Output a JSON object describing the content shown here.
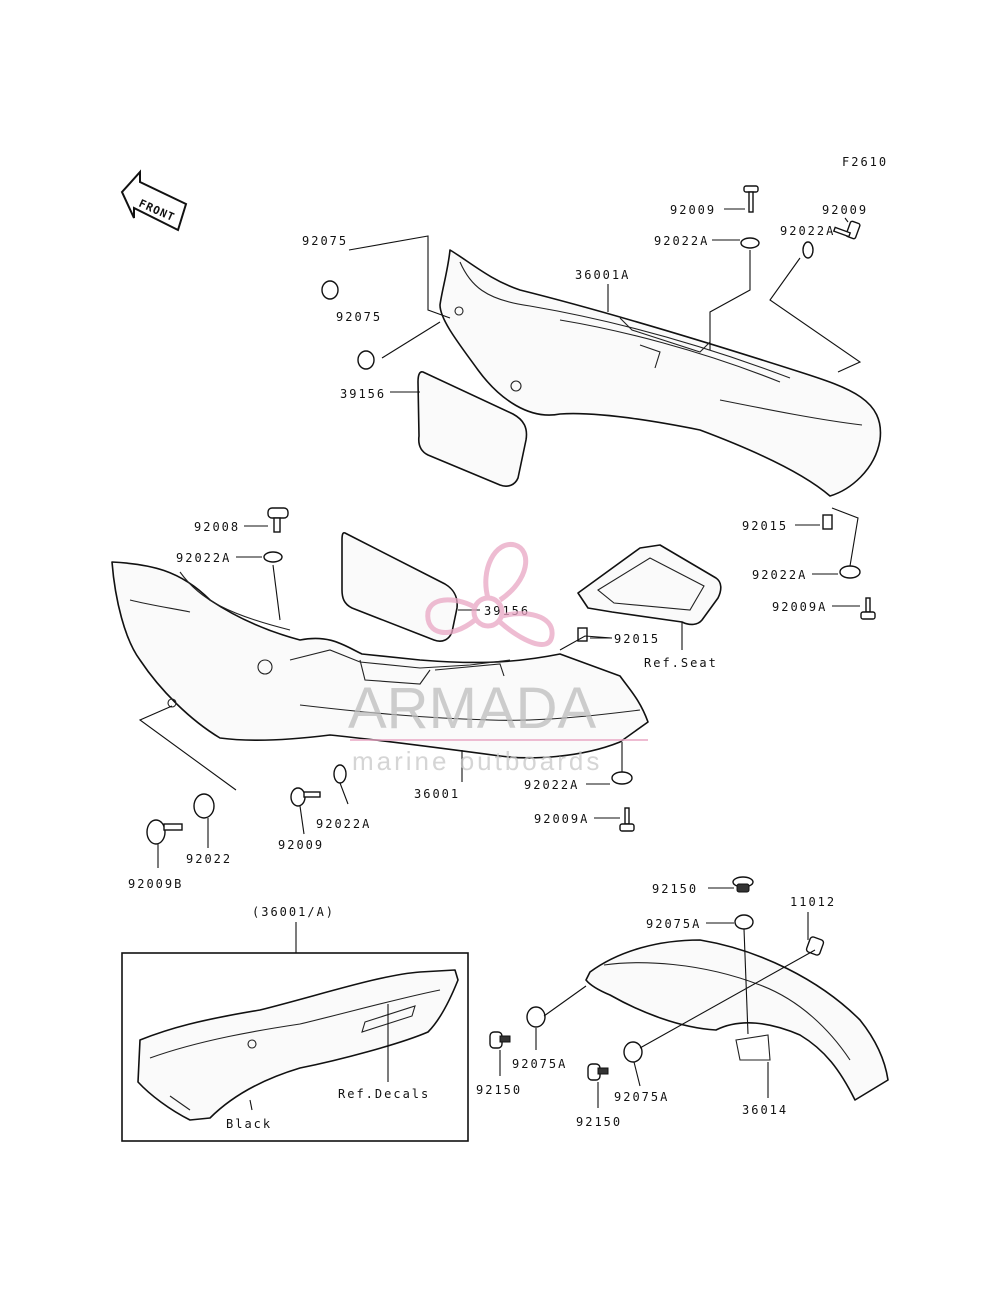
{
  "figure_code": "F2610",
  "front_label": "FRONT",
  "callouts": {
    "c92009_top_a": "92009",
    "c92009_top_b": "92009",
    "c92022A_top_a": "92022A",
    "c92022A_top_b": "92022A",
    "c36001A": "36001A",
    "c92075_a": "92075",
    "c92075_b": "92075",
    "c39156_top": "39156",
    "c92015_right": "92015",
    "c92022A_right": "92022A",
    "c92009A_right": "92009A",
    "c92008": "92008",
    "c92022A_left": "92022A",
    "c39156_mid": "39156",
    "c92015_mid": "92015",
    "c_ref_seat": "Ref.Seat",
    "c92022A_mid": "92022A",
    "c36001": "36001",
    "c92009A_mid": "92009A",
    "c92022A_low": "92022A",
    "c92009_low": "92009",
    "c92022": "92022",
    "c92009B": "92009B",
    "c36001_A_box": "(36001/A)",
    "c_ref_decals": "Ref.Decals",
    "c_black": "Black",
    "c92150_top": "92150",
    "c92075A_top": "92075A",
    "c11012": "11012",
    "c92075A_mid": "92075A",
    "c92150_low": "92150",
    "c92075A_low": "92075A",
    "c92150_bottom": "92150",
    "c36014": "36014"
  },
  "watermark": {
    "brand": "ARMADA",
    "tagline": "marine outboards",
    "brand_color": "#bdbdbd",
    "propeller_color": "#e9a6c4"
  }
}
